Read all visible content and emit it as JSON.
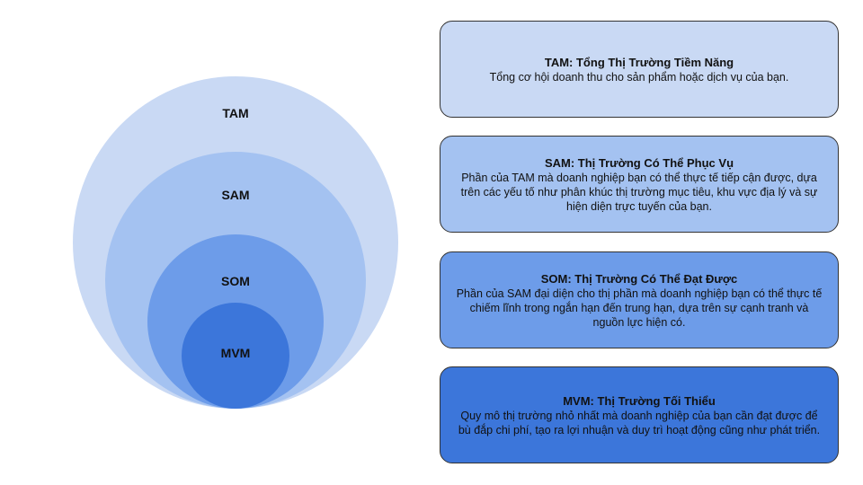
{
  "colors": {
    "tam": "#c9d9f4",
    "sam": "#a4c2f1",
    "som": "#6d9ce9",
    "mvm": "#3c76da",
    "border": "#333333",
    "text": "#111111"
  },
  "circles": {
    "tam_label": "TAM",
    "sam_label": "SAM",
    "som_label": "SOM",
    "mvm_label": "MVM"
  },
  "cards": {
    "tam": {
      "title": "TAM: Tổng Thị Trường Tiềm Năng",
      "desc": "Tổng cơ hội doanh thu cho sản phẩm hoặc dịch vụ của bạn."
    },
    "sam": {
      "title": "SAM: Thị Trường Có Thể Phục Vụ",
      "desc": "Phần của TAM mà doanh nghiệp bạn có thể thực tế tiếp cận được, dựa trên các yếu tố như phân khúc thị trường mục tiêu, khu vực địa lý và sự hiện diện trực tuyến của bạn."
    },
    "som": {
      "title": "SOM: Thị Trường Có Thể Đạt Được",
      "desc": "Phần của SAM đại diện cho thị phần mà doanh nghiệp bạn có thể thực tế chiếm lĩnh trong ngắn hạn đến trung hạn, dựa trên sự cạnh tranh và nguồn lực hiện có."
    },
    "mvm": {
      "title": "MVM: Thị Trường Tối Thiểu",
      "desc": "Quy mô thị trường nhỏ nhất mà doanh nghiệp của bạn cần đạt được để bù đắp chi phí, tạo ra lợi nhuận và duy trì hoạt động cũng như phát triển."
    }
  }
}
